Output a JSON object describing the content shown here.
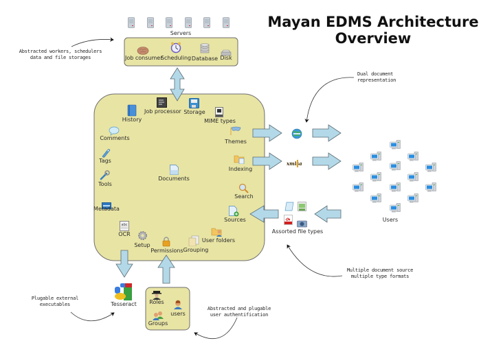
{
  "title": {
    "line1": "Mayan EDMS Architecture",
    "line2": "Overview"
  },
  "servers": {
    "label": "Servers",
    "count": 6,
    "items": [
      {
        "label": "Job consumer",
        "icon": "brain-icon"
      },
      {
        "label": "Scheduling",
        "icon": "alarm-clock-icon"
      },
      {
        "label": "Database",
        "icon": "database-icon"
      },
      {
        "label": "Disk",
        "icon": "disk-icon"
      }
    ]
  },
  "core": {
    "modules": [
      {
        "id": "history",
        "label": "History",
        "icon": "book-icon"
      },
      {
        "id": "job-processor",
        "label": "Job processor",
        "icon": "cpu-icon"
      },
      {
        "id": "storage",
        "label": "Storage",
        "icon": "floppy-icon"
      },
      {
        "id": "mime-types",
        "label": "MIME types",
        "icon": "mime-file-icon"
      },
      {
        "id": "comments",
        "label": "Comments",
        "icon": "speech-bubble-icon"
      },
      {
        "id": "themes",
        "label": "Themes",
        "icon": "mask-icon"
      },
      {
        "id": "tags",
        "label": "Tags",
        "icon": "tag-icon"
      },
      {
        "id": "indexing",
        "label": "Indexing",
        "icon": "folder-icon"
      },
      {
        "id": "documents",
        "label": "Documents",
        "icon": "document-icon"
      },
      {
        "id": "tools",
        "label": "Tools",
        "icon": "wrench-icon"
      },
      {
        "id": "search",
        "label": "Search",
        "icon": "magnifier-icon"
      },
      {
        "id": "metadata",
        "label": "Metadata",
        "icon": "metadata-icon"
      },
      {
        "id": "sources",
        "label": "Sources",
        "icon": "document-add-icon"
      },
      {
        "id": "ocr",
        "label": "OCR",
        "icon": "ocr-icon"
      },
      {
        "id": "setup",
        "label": "Setup",
        "icon": "gear-icon"
      },
      {
        "id": "permissions",
        "label": "Permissions",
        "icon": "padlock-icon"
      },
      {
        "id": "grouping",
        "label": "Grouping",
        "icon": "documents-stack-icon"
      },
      {
        "id": "user-folders",
        "label": "User folders",
        "icon": "user-folder-icon"
      }
    ]
  },
  "outputs": {
    "web_icon": "globe-icon",
    "xml_icon": "xml-logo-icon",
    "users_label": "Users",
    "users_count": 13
  },
  "file_types": {
    "label": "Assorted file types",
    "icons": [
      "scroll-icon",
      "image-file-icon",
      "pdf-file-icon",
      "camera-icon"
    ]
  },
  "tesseract": {
    "label": "Tesseract",
    "icon": "google-logo-icon"
  },
  "auth": {
    "items": [
      {
        "label": "Roles",
        "icon": "spy-icon"
      },
      {
        "label": "users",
        "icon": "user-icon"
      },
      {
        "label": "Groups",
        "icon": "group-icon"
      }
    ]
  },
  "annotations": {
    "workers": "Abstracted workers, schedulers\ndata and file storages",
    "dual": "Dual document\nrepresentation",
    "multiple": "Multiple document source\nmultiple type formats",
    "pluggable_exec": "Plugable external\nexecutables",
    "pluggable_auth": "Abstracted and plugable\nuser authentification"
  },
  "colors": {
    "box_fill": "#e8e4a4",
    "arrow_fill": "#b3d9e8",
    "arrow_stroke": "#5a6a72"
  }
}
